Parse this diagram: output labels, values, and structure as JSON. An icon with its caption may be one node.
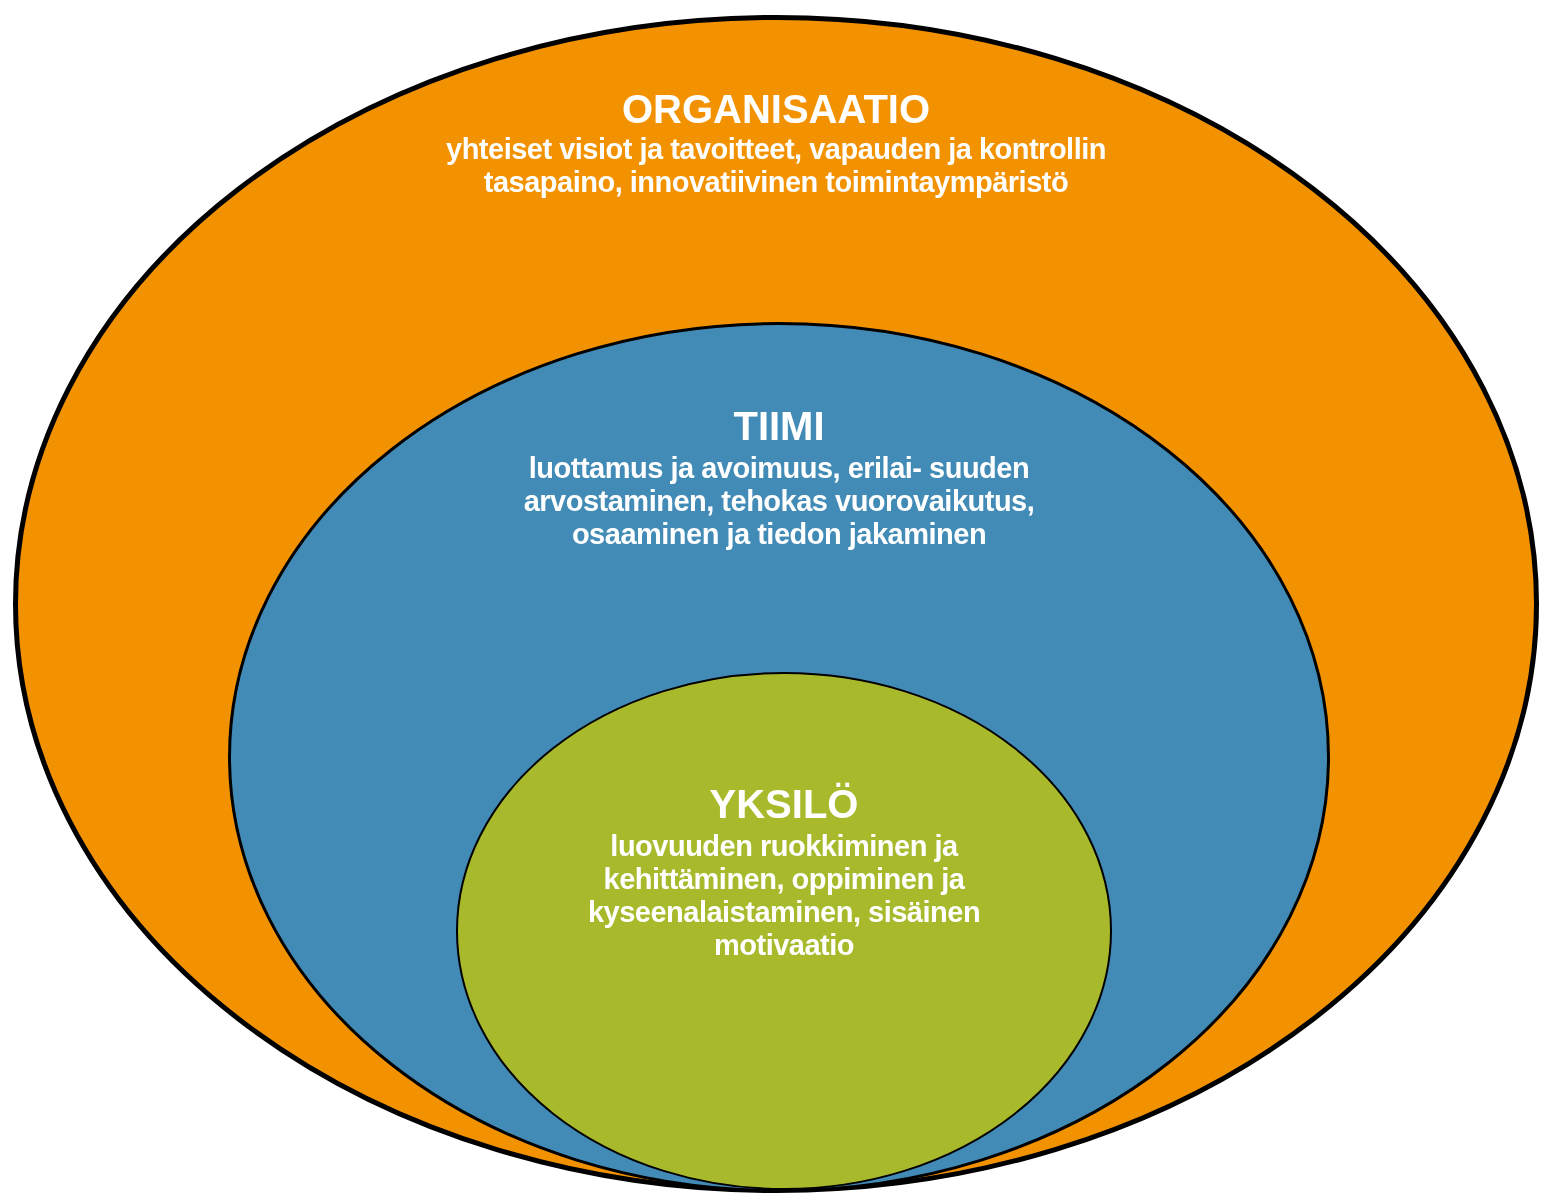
{
  "diagram": {
    "nodes": [
      {
        "text": [
          "ORGANISAATIO",
          "yhteiset visiot ja tavoitteet, vapauden ja kontrollin tasapaino, innovatiivinen toimintaympäristö"
        ]
      },
      {
        "text": [
          "TIIMI",
          "luottamus ja avoimuus, erilai- suuden arvostaminen, tehokas vuorovaikutus, osaaminen ja tiedon jakaminen"
        ],
        "in": 0
      },
      {
        "text": [
          "YKSILÖ",
          "luovuuden ruokkiminen ja kehittäminen, oppiminen ja kyseenalaistaminen, sisäinen motivaatio"
        ],
        "in": 1
      }
    ]
  }
}
